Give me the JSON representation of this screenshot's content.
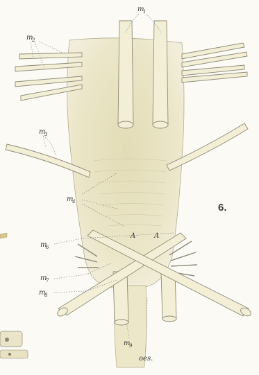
{
  "figure": {
    "number": "6.",
    "labels": {
      "m1": {
        "main": "m",
        "sub": "1"
      },
      "m2": {
        "main": "m",
        "sub": "2"
      },
      "m3": {
        "main": "m",
        "sub": "3"
      },
      "m4": {
        "main": "m",
        "sub": "4"
      },
      "m6": {
        "main": "m",
        "sub": "6"
      },
      "m7": {
        "main": "m",
        "sub": "7"
      },
      "m8": {
        "main": "m",
        "sub": "8"
      },
      "m9": {
        "main": "m",
        "sub": "9"
      },
      "oes": "oes.",
      "a_left": "A",
      "a_right": "A"
    }
  },
  "colors": {
    "background": "#fbfaf5",
    "organ_fill": "#ece7c9",
    "organ_core": "#e2dcb6",
    "muscle_fill": "#f3efd6",
    "outline": "#8d8a77",
    "label_ink": "#333333"
  }
}
